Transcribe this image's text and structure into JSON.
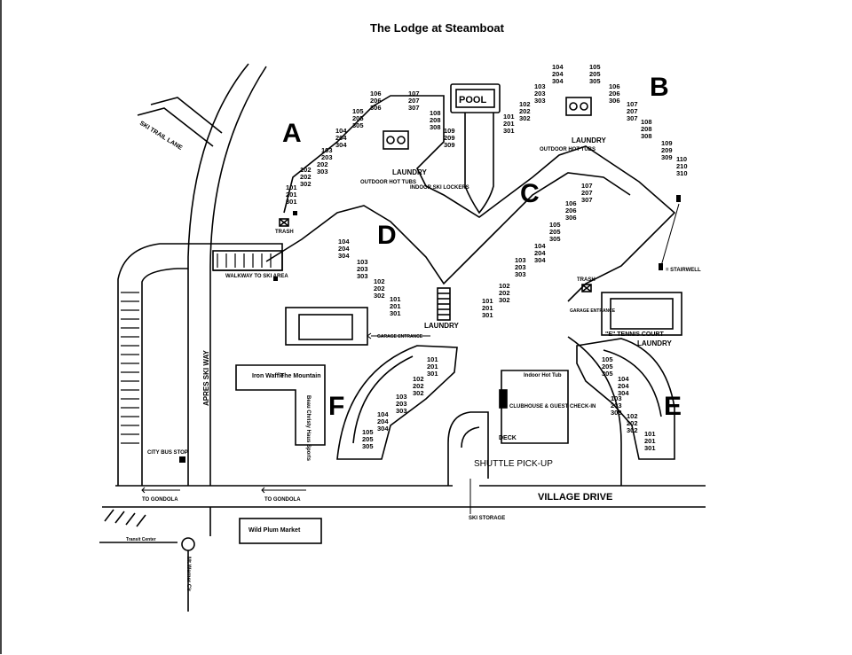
{
  "title": "The Lodge at Steamboat",
  "buildings": {
    "A": {
      "letter": "A",
      "units": [
        [
          "101",
          "201",
          "301"
        ],
        [
          "102",
          "202",
          "302"
        ],
        [
          "202",
          "303"
        ],
        [
          "103",
          "203"
        ],
        [
          "104",
          "204",
          "304"
        ],
        [
          "105",
          "205",
          "305"
        ],
        [
          "106",
          "206",
          "306"
        ],
        [
          "107",
          "207",
          "307"
        ],
        [
          "108",
          "208",
          "308"
        ],
        [
          "109",
          "209",
          "309"
        ]
      ]
    },
    "B": {
      "letter": "B",
      "units": [
        [
          "101",
          "201",
          "301"
        ],
        [
          "102",
          "202",
          "302"
        ],
        [
          "103",
          "203",
          "303"
        ],
        [
          "104",
          "204",
          "304"
        ],
        [
          "105",
          "205",
          "305"
        ],
        [
          "106",
          "206",
          "306"
        ],
        [
          "107",
          "207",
          "307"
        ],
        [
          "108",
          "208",
          "308"
        ],
        [
          "109",
          "209",
          "309"
        ],
        [
          "110",
          "210",
          "310"
        ]
      ]
    },
    "C": {
      "letter": "C",
      "units": [
        [
          "101",
          "201",
          "301"
        ],
        [
          "102",
          "202",
          "302"
        ],
        [
          "103",
          "203",
          "303"
        ],
        [
          "104",
          "204",
          "304"
        ],
        [
          "105",
          "205",
          "305"
        ],
        [
          "106",
          "206",
          "306"
        ],
        [
          "107",
          "207",
          "307"
        ]
      ]
    },
    "D": {
      "letter": "D",
      "units": [
        [
          "104",
          "204",
          "304"
        ],
        [
          "103",
          "203",
          "303"
        ],
        [
          "102",
          "202",
          "302"
        ],
        [
          "101",
          "201",
          "301"
        ]
      ]
    },
    "E": {
      "letter": "E",
      "units": [
        [
          "105",
          "205",
          "305"
        ],
        [
          "104",
          "204",
          "304"
        ],
        [
          "103",
          "203",
          "303"
        ],
        [
          "102",
          "202",
          "302"
        ],
        [
          "101",
          "201",
          "301"
        ]
      ]
    },
    "F": {
      "letter": "F",
      "units": [
        [
          "101",
          "201",
          "301"
        ],
        [
          "102",
          "202",
          "302"
        ],
        [
          "103",
          "203",
          "303"
        ],
        [
          "104",
          "204",
          "304"
        ],
        [
          "105",
          "205",
          "305"
        ]
      ]
    }
  },
  "labels": {
    "pool": "POOL",
    "laundry": "LAUNDRY",
    "outdoor_hot_tubs_a": "OUTDOOR HOT TUBS",
    "outdoor_hot_tubs_b": "OUTDOOR HOT TUBS",
    "indoor_ski_lockers": "INDOOR SKI LOCKERS",
    "trash": "TRASH",
    "stairwell": "= STAIRWELL",
    "walkway": "WALKWAY TO SKI AREA",
    "garage_entrance": "GARAGE ENTRANCE",
    "tennis_court": "\"E\" TENNIS COURT",
    "indoor_hot_tub": "Indoor Hot Tub",
    "clubhouse": "CLUBHOUSE & GUEST CHECK-IN",
    "deck": "DECK",
    "shuttle_pickup": "SHUTTLE PICK-UP",
    "ski_storage": "SKI STORAGE",
    "village_drive": "VILLAGE DRIVE",
    "apres_ski_way": "APRES SKI WAY",
    "ski_trail_lane": "SKI TRAIL LANE",
    "iron_waffle": "Iron Waffle",
    "the_mountain": "The Mountain",
    "beau_christy_sports": "Beau Christy Haus Sports",
    "city_bus_stop": "CITY BUS STOP",
    "to_gondola_1": "TO GONDOLA",
    "to_gondola_2": "TO GONDOLA",
    "wild_plum_market": "Wild Plum Market",
    "transit_center": "Transit Center",
    "mt_werner_cir": "Mt.Werner Cir"
  }
}
